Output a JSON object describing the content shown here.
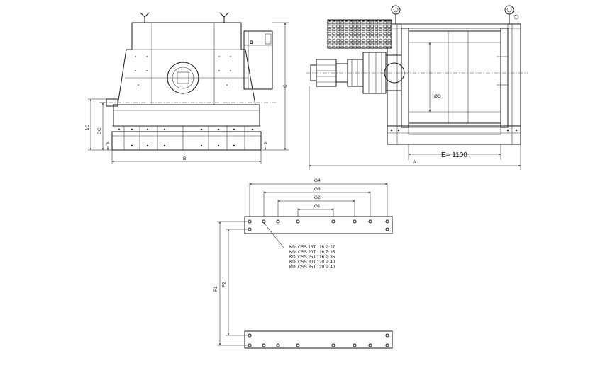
{
  "front_view": {
    "motor_label": "B",
    "dim_height": "C",
    "dim_axis": "DC",
    "dim_base": "1C",
    "dim_width": "B",
    "foot_mark_left": "A",
    "foot_mark_right": "A"
  },
  "side_view": {
    "drum_diameter": "ØD",
    "drum_length": "E= 1100",
    "overall_length": "A"
  },
  "base_plan": {
    "g1": "G1",
    "g2": "G2",
    "g3": "G3",
    "g4": "G4",
    "f1": "F1",
    "f2": "F2",
    "bolt_table": [
      "KDLCSS 15T : 16 Ø 27",
      "KDLCSS 20T : 16 Ø 35",
      "KDLCSS 25T : 16 Ø 35",
      "KDLCSS 30T : 20 Ø 40",
      "KDLCSS 35T : 20 Ø 40"
    ]
  }
}
